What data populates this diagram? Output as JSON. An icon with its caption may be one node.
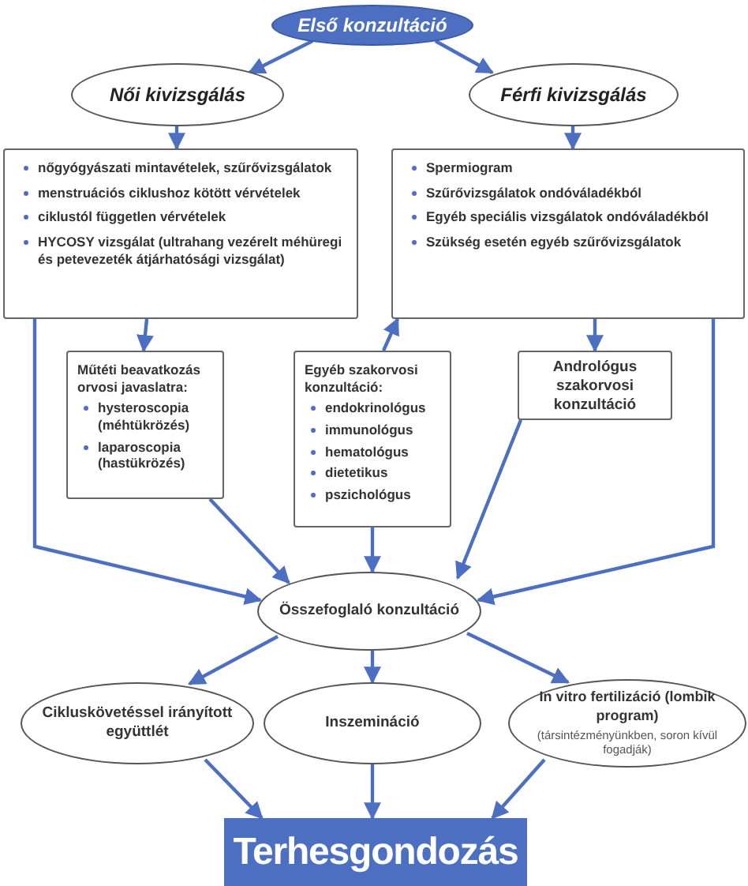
{
  "diagram": {
    "nodes": [
      {
        "text": [
          "Első konzultáció"
        ]
      },
      {
        "text": [
          "Női kivizsgálás"
        ]
      },
      {
        "text": [
          "Férfi kivizsgálás"
        ]
      },
      {
        "text": [
          "nőgyógyászati mintavételek, szűrővizsgálatok",
          "menstruációs ciklushoz kötött vérvételek",
          "ciklustól független vérvételek",
          "HYCOSY vizsgálat (ultrahang vezérelt méhüregi és petevezeték átjárhatósági vizsgálat)"
        ]
      },
      {
        "text": [
          "Spermiogram",
          "Szűrővizsgálatok ondóváladékból",
          "Egyéb speciális vizsgálatok ondóváladékból",
          "Szükség esetén egyéb szűrővizsgálatok"
        ]
      },
      {
        "text": [
          "Műtéti beavatkozás orvosi javaslatra:",
          "hysteroscopia (méhtükrözés)",
          "laparoscopia (hastükrözés)"
        ]
      },
      {
        "text": [
          "Egyéb szakorvosi konzultáció:",
          "endokrinológus",
          "immunológus",
          "hematológus",
          "dietetikus",
          "pszichológus"
        ]
      },
      {
        "text": [
          "Andrológus szakorvosi konzultáció"
        ]
      },
      {
        "text": [
          "Összefoglaló konzultáció"
        ]
      },
      {
        "text": [
          "Cikluskövetéssel irányított együttlét"
        ]
      },
      {
        "text": [
          "Inszemináció"
        ]
      },
      {
        "text": [
          "In vitro fertilizáció (lombik program)",
          "(társintézményünkben, soron kívül fogadják)"
        ]
      },
      {
        "text": [
          "Terhesgondozás"
        ]
      }
    ],
    "edges": [
      {
        "from": 0,
        "to": 1,
        "arrow": "to"
      },
      {
        "from": 0,
        "to": 2,
        "arrow": "to"
      },
      {
        "from": 1,
        "to": 3,
        "arrow": "to"
      },
      {
        "from": 2,
        "to": 4,
        "arrow": "to"
      },
      {
        "from": 3,
        "to": 5,
        "arrow": "to"
      },
      {
        "from": 6,
        "to": 4,
        "arrow": "to"
      },
      {
        "from": 4,
        "to": 7,
        "arrow": "to"
      },
      {
        "from": 3,
        "to": 8,
        "arrow": "to"
      },
      {
        "from": 4,
        "to": 8,
        "arrow": "to"
      },
      {
        "from": 5,
        "to": 8,
        "arrow": "to"
      },
      {
        "from": 6,
        "to": 8,
        "arrow": "to"
      },
      {
        "from": 7,
        "to": 8,
        "arrow": "to"
      },
      {
        "from": 8,
        "to": 9,
        "arrow": "to"
      },
      {
        "from": 8,
        "to": 10,
        "arrow": "to"
      },
      {
        "from": 8,
        "to": 11,
        "arrow": "to"
      },
      {
        "from": 9,
        "to": 12,
        "arrow": "to"
      },
      {
        "from": 10,
        "to": 12,
        "arrow": "to"
      },
      {
        "from": 11,
        "to": 12,
        "arrow": "to"
      }
    ]
  }
}
